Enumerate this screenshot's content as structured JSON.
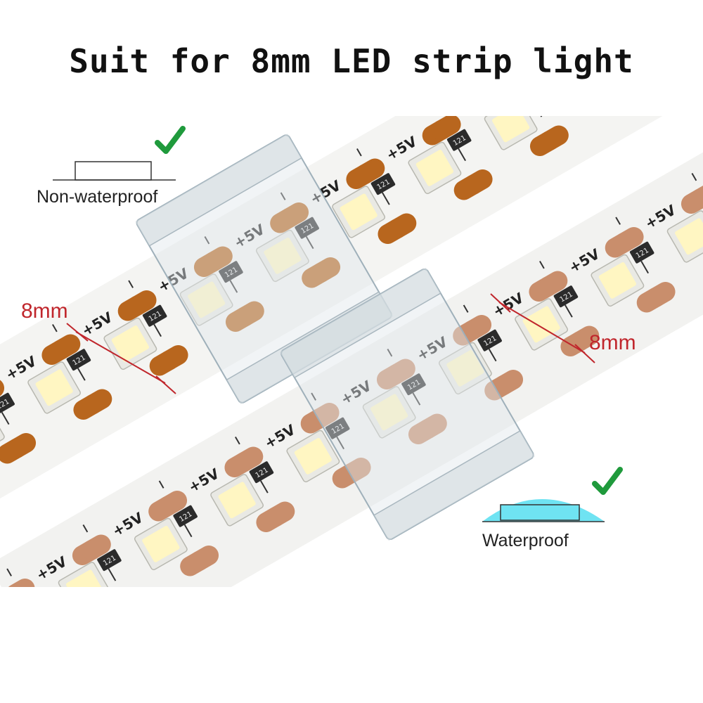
{
  "headline": "Suit for 8mm LED strip light",
  "labels": {
    "non_waterproof": "Non-waterproof",
    "waterproof": "Waterproof",
    "width_left": "8mm",
    "width_right": "8mm",
    "pad_voltage": "+5V",
    "resistor_code": "121"
  },
  "icons": {
    "check": "checkmark-icon",
    "strip_profile": "flat-strip-profile-icon",
    "dome_profile": "waterproof-dome-profile-icon"
  },
  "colors": {
    "check_green": "#1f9a3c",
    "dimension_red": "#c0262c",
    "copper_pad_left": "#b8661e",
    "copper_pad_right": "#c98e6c",
    "led_face": "#fff6c2",
    "dome_fill": "#6fe3f2",
    "strip_white": "#f4f4f2"
  }
}
